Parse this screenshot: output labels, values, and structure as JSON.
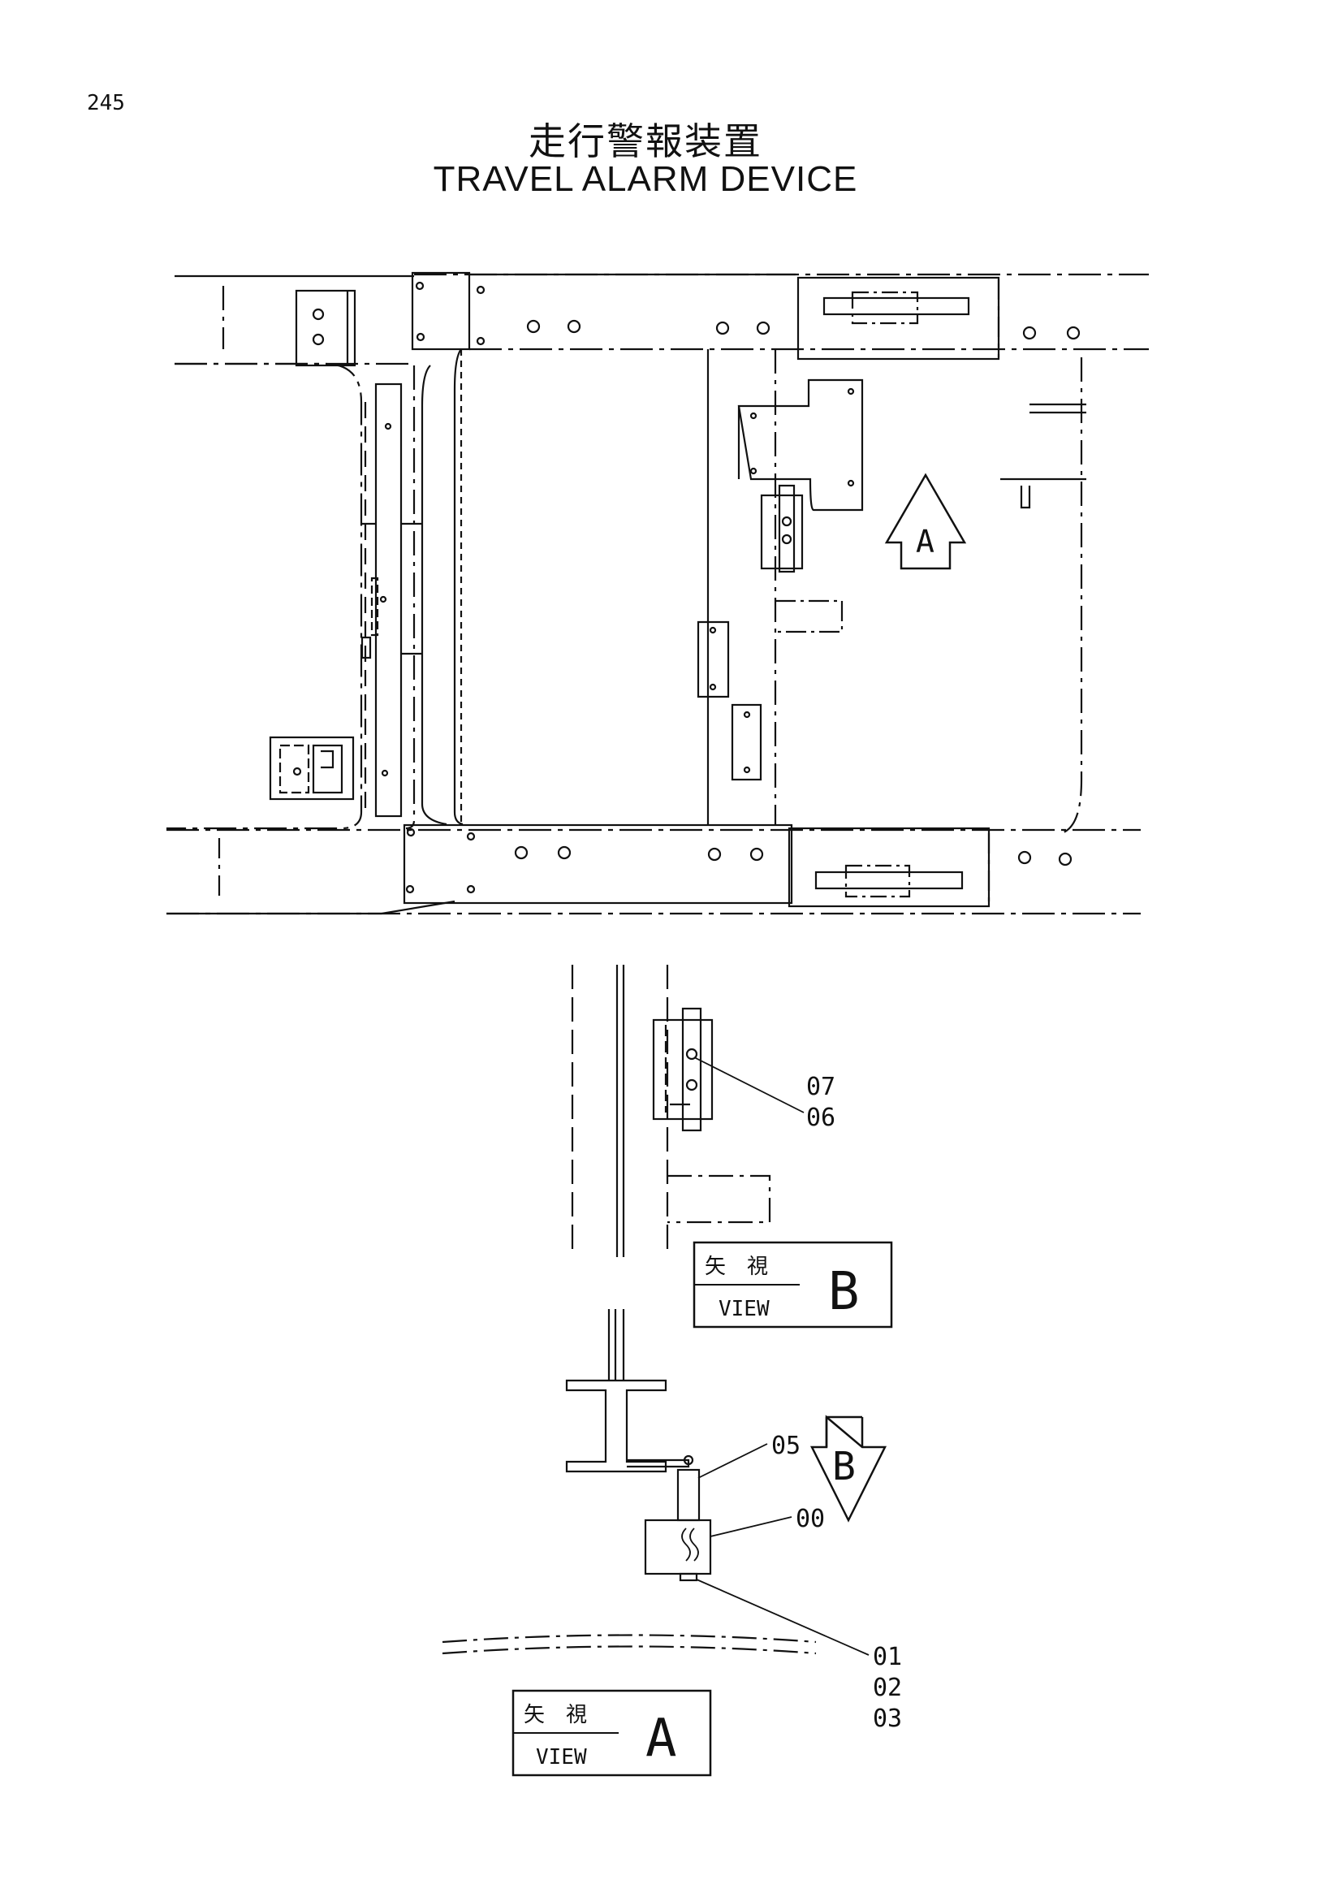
{
  "page_number": "245",
  "title_jp": "走行警報装置",
  "title_en": "TRAVEL ALARM DEVICE",
  "view_arrows": {
    "top": "A",
    "b_arrow": "B"
  },
  "view_box_b": {
    "jp": "矢　視",
    "en": "VIEW",
    "letter": "B"
  },
  "view_box_a": {
    "jp": "矢　視",
    "en": "VIEW",
    "letter": "A"
  },
  "callouts": {
    "c07": "07",
    "c06": "06",
    "c05": "05",
    "c00": "00",
    "c01": "01",
    "c02": "02",
    "c03": "03"
  }
}
